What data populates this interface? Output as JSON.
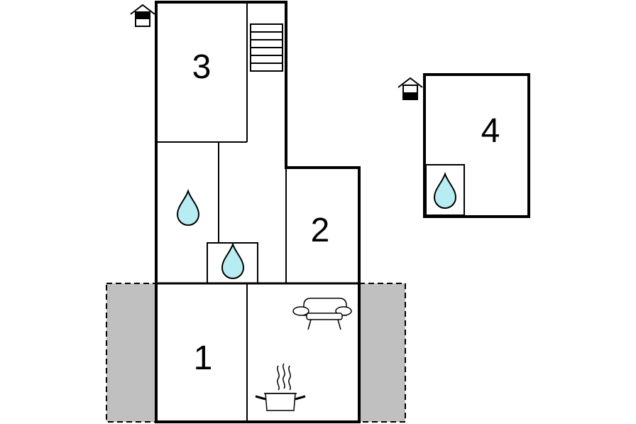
{
  "floorplan": {
    "rooms": [
      {
        "number": "1"
      },
      {
        "number": "2"
      },
      {
        "number": "3"
      },
      {
        "number": "4"
      }
    ],
    "colors": {
      "wall": "#000000",
      "terrace": "#c0c0c0",
      "water": "#b7ecf2",
      "background": "#ffffff"
    },
    "icons": [
      "entrance-icon",
      "entrance-icon",
      "stairs-icon",
      "bathroom-icon",
      "bathroom-icon",
      "bathroom-icon",
      "sofa-icon",
      "cooking-pot-icon"
    ]
  }
}
